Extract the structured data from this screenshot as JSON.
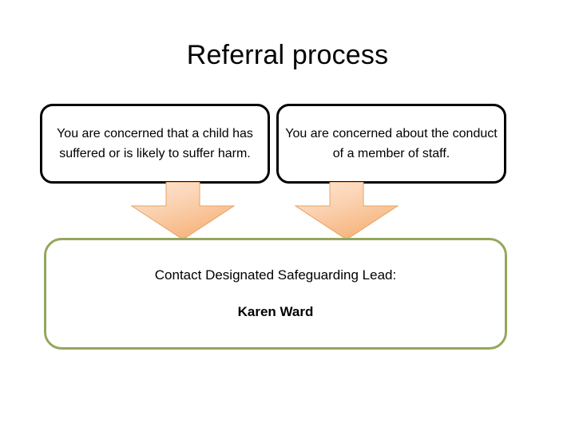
{
  "slide": {
    "title": "Referral process",
    "background_color": "#ffffff"
  },
  "conditions": [
    {
      "id": "concern-child-harm",
      "text": "You are concerned that a child has suffered or is likely to suffer harm.",
      "border_color": "#000000"
    },
    {
      "id": "concern-staff-conduct",
      "text": "You are concerned about the conduct of a member of staff.",
      "border_color": "#000000"
    }
  ],
  "arrows": [
    {
      "id": "arrow-left",
      "direction": "down",
      "fill_start": "#fde3cf",
      "fill_end": "#f7b983",
      "stroke": "#e8a45e"
    },
    {
      "id": "arrow-right",
      "direction": "down",
      "fill_start": "#fde3cf",
      "fill_end": "#f7b983",
      "stroke": "#e8a45e"
    }
  ],
  "action": {
    "line1": "Contact Designated Safeguarding Lead:",
    "line2": "Karen Ward",
    "border_color": "#94a75c"
  }
}
